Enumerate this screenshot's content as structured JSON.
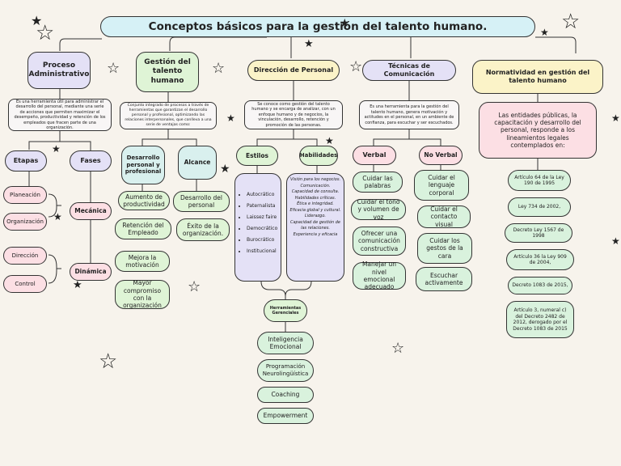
{
  "title": "Conceptos básicos para la gestión del talento humano.",
  "proceso": {
    "title": "Proceso Administrativo",
    "desc": "Es una herramienta útil para administrar el desarrollo del personal, mediante una serie de acciones que permiten maximizar el desempeño, productividad y retención de los empleados que fracen parte de una organización.",
    "etapas": {
      "label": "Etapas",
      "items": [
        "Planeación",
        "Organización",
        "Dirección",
        "Control"
      ]
    },
    "fases": {
      "label": "Fases",
      "items": [
        "Mecánica",
        "Dinámica"
      ]
    }
  },
  "gestion": {
    "title": "Gestión del talento humano",
    "desc": "Conjunto integrado de procesos a través de herramientas que garantizan el desarrollo personal y profesional, optimizando las relaciones interpersonales, que conlleva a una serie de ventajas como:",
    "desarrollo": {
      "label": "Desarrollo personal y profesional",
      "items": [
        "Aumento de productividad",
        "Retención del Empleado",
        "Mejora la motivación",
        "Mayor compromiso con la organización"
      ]
    },
    "alcance": {
      "label": "Alcance",
      "items": [
        "Desarrollo del personal",
        "Éxito de la organización."
      ]
    }
  },
  "direccion": {
    "title": "Dirección de Personal",
    "desc": "Se conoce como gestión del talento humano y se encarga de analizar, con un enfoque humano y de negocios, la vinculación, desarrollo, retención y promoción de las personas.",
    "estilos": {
      "label": "Estilos",
      "items": [
        "Autocrático",
        "Paternalista",
        "Laissez faire",
        "Democrático",
        "Burocrático",
        "Institucional"
      ]
    },
    "habilidades": {
      "label": "Habilidades",
      "items": [
        "Visión para los negocios.",
        "Comunicación.",
        "Capacidad de consulta.",
        "Habilidades críticas.",
        "Ética e integridad.",
        "Eficacia global y cultural.",
        "Liderazgo.",
        "Capacidad de gestión de las relaciones.",
        "Experiencia y eficacia"
      ]
    },
    "herramientas": {
      "label": "Herramientas Gerenciales",
      "items": [
        "Inteligencia Emocional",
        "Programación Neurolingüística",
        "Coaching",
        "Empowerment"
      ]
    }
  },
  "tecnicas": {
    "title": "Técnicas de Comunicación",
    "desc": "Es una herramienta para la gestión del talento humano, genera motivación y actitudes en el personal, en un ambiente de confianza, para escuchar y ser escuchados.",
    "verbal": {
      "label": "Verbal",
      "items": [
        "Cuidar las palabras",
        "Cuidar el tono y volumen de voz",
        "Ofrecer una comunicación constructiva",
        "Manejar un nivel emocional adecuado"
      ]
    },
    "noverbal": {
      "label": "No Verbal",
      "items": [
        "Cuidar el lenguaje corporal",
        "Cuidar el contacto visual",
        "Cuidar los gestos de la cara",
        "Escuchar activamente"
      ]
    }
  },
  "normatividad": {
    "title": "Normatividad en gestión del talento humano",
    "desc": "Las entidades públicas, la capacitación y desarrollo del personal, responde a los lineamientos legales contemplados en:",
    "items": [
      "Artículo 64 de la Ley 190 de 1995",
      "Ley 734 de 2002,",
      "Decreto Ley 1567 de 1998",
      "Artículo 36 la Ley 909 de 2004,",
      "Decreto 1083 de 2015,",
      "Artículo 3, numeral c) del Decreto 2482 de 2012, derogado por el Decreto 1083 de 2015"
    ]
  },
  "colors": {
    "title_bg": "#d6f1f6",
    "purple": "#e4e1f6",
    "green": "#dff4d6",
    "yellow": "#fbf3c8",
    "pink": "#fcdfe4",
    "mint": "#d9f2dd"
  },
  "decorations": {
    "icon": "star-icon"
  }
}
